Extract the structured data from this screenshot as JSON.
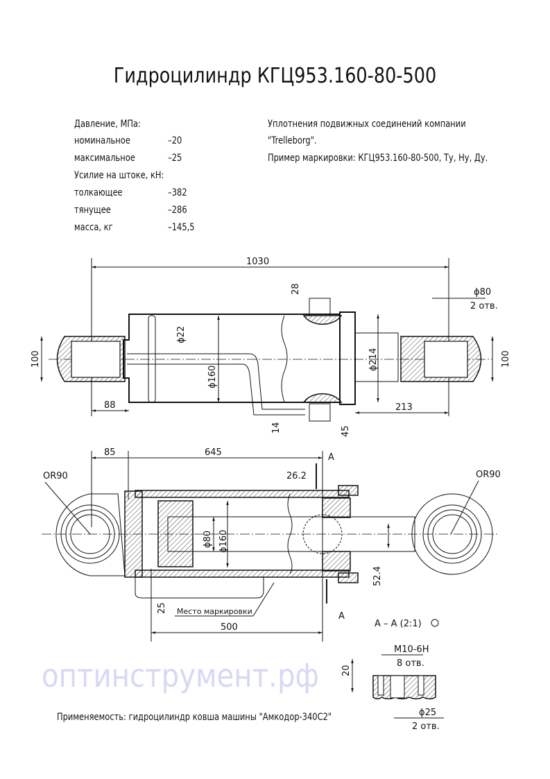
{
  "title": "Гидроцилиндр КГЦ953.160-80-500",
  "specs": {
    "pressure_heading": "Давление, МПа:",
    "rows_pressure": [
      {
        "label": "номинальное",
        "value": "–20"
      },
      {
        "label": "максимальное",
        "value": "–25"
      }
    ],
    "force_heading": "Усилие на штоке, кН:",
    "rows_force": [
      {
        "label": "толкающее",
        "value": "–382"
      },
      {
        "label": "тянущее",
        "value": "–286"
      },
      {
        "label": "масса, кг",
        "value": "–145,5"
      }
    ]
  },
  "notes": {
    "line1": "Уплотнения подвижных соединений компании",
    "line2": "\"Trelleborg\".",
    "line3": "Пример маркировки: КГЦ953.160-80-500, Ту, Ну, Ду."
  },
  "watermark": "оптинструмент.рф",
  "top_view": {
    "overall_length": "1030",
    "d_port": "28",
    "d_eye": "ϕ80",
    "holes_2": "2 отв.",
    "eye_width_left": "100",
    "eye_width_right": "100",
    "d_pipe": "ϕ22",
    "d_bore": "ϕ160",
    "d_flange": "ϕ214",
    "offset_left": "88",
    "offset_right": "213",
    "dim_14": "14",
    "dim_45": "45"
  },
  "section_view": {
    "dim_85": "85",
    "dim_645": "645",
    "section_mark": "A",
    "dim_26_2": "26.2",
    "radius_left": "OR90",
    "radius_right": "OR90",
    "d_rod": "ϕ80",
    "d_bore": "ϕ160",
    "dim_52_4": "52.4",
    "dim_25": "25",
    "marking_place": "Место маркировки",
    "stroke": "500"
  },
  "detail": {
    "title": "А – А (2:1)",
    "thread": "М10-6Н",
    "holes_8": "8 отв.",
    "depth": "20",
    "d_hole": "ϕ25",
    "holes_2": "2 отв."
  },
  "applicability": "Применяемость: гидроцилиндр ковша машины \"Амкодор-340С2\""
}
